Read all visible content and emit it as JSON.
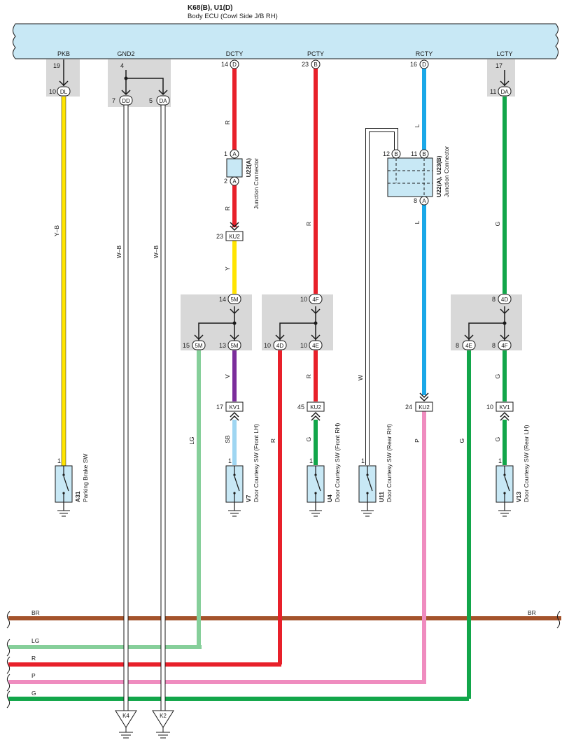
{
  "ecu": {
    "title": "K68(B), U1(D)",
    "subtitle": "Body ECU (Cowl Side J/B RH)",
    "terminals": [
      "PKB",
      "GND2",
      "DCTY",
      "PCTY",
      "RCTY",
      "LCTY"
    ]
  },
  "pins": {
    "pkb_top": "19",
    "pkb_bot": "10",
    "pkb_conn": "DL",
    "gnd_top": "4",
    "gnd_left": "7",
    "gnd_left_conn": "DD",
    "gnd_right": "5",
    "gnd_right_conn": "DA",
    "dcty_top": "14",
    "dcty_top_conn": "D",
    "pcty_top": "23",
    "pcty_top_conn": "B",
    "rcty_top": "16",
    "rcty_top_conn": "D",
    "lcty_top": "17",
    "lcty_bot": "11",
    "lcty_conn": "DA",
    "u22_1": "1",
    "u22_2": "2",
    "u22_conn": "A",
    "ku2_a": "23",
    "ku2_a_conn": "KU2",
    "fl_top": "14",
    "fl_top_conn": "5M",
    "fl_left": "15",
    "fl_left_conn": "5M",
    "fl_right": "13",
    "fl_right_conn": "5M",
    "fr_top": "10",
    "fr_top_conn": "4F",
    "fr_left": "10",
    "fr_left_conn": "4D",
    "fr_right": "10",
    "fr_right_conn": "4E",
    "rl_top": "8",
    "rl_top_conn": "4D",
    "rl_left": "8",
    "rl_left_conn": "4E",
    "rl_right": "8",
    "rl_right_conn": "4F",
    "u23_12": "12",
    "u23_12_conn": "B",
    "u23_11": "11",
    "u23_11_conn": "B",
    "u23_8": "8",
    "u23_8_conn": "A",
    "kv1_a": "17",
    "kv1_a_conn": "KV1",
    "ku2_b": "45",
    "ku2_b_conn": "KU2",
    "ku2_c": "24",
    "ku2_c_conn": "KU2",
    "kv1_b": "10",
    "kv1_b_conn": "KV1",
    "sw_pin": "1"
  },
  "wires": {
    "yb": "Y–B",
    "wb1": "W–B",
    "wb2": "W–B",
    "r1": "R",
    "r2": "R",
    "y": "Y",
    "v": "V",
    "sb": "SB",
    "lg": "LG",
    "r3": "R",
    "r4": "R",
    "r5": "R",
    "g1": "G",
    "w": "W",
    "l1": "L",
    "l2": "L",
    "p": "P",
    "g2": "G",
    "g3": "G",
    "g4": "G",
    "g5": "G"
  },
  "connectors": {
    "u22a_id": "U22(A)",
    "u22a_name": "Junction Connector",
    "u23_id": "U22(A), U23(B)",
    "u23_name": "Junction Connector"
  },
  "components": [
    {
      "id": "A31",
      "name": "Parking Brake SW"
    },
    {
      "id": "V7",
      "name": "Door Courtesy SW (Front LH)"
    },
    {
      "id": "U4",
      "name": "Door Courtesy SW (Front RH)"
    },
    {
      "id": "U11",
      "name": "Door Courtesy SW (Rear RH)"
    },
    {
      "id": "V13",
      "name": "Door Courtesy SW (Rear LH)"
    }
  ],
  "bus": {
    "br_left": "BR",
    "br_right": "BR",
    "lg": "LG",
    "r": "R",
    "p": "P",
    "g": "G"
  },
  "grounds": [
    "K4",
    "K2"
  ],
  "colors": {
    "ecu_fill": "#c8e8f5",
    "red": "#e8202a",
    "yellow": "#ffe400",
    "blue": "#1aa8e8",
    "green": "#12a64a",
    "light_green": "#86cf9a",
    "purple": "#7b2d9b",
    "sky_blue": "#9fd6f2",
    "pink": "#ef8cbf",
    "brown": "#a4532b",
    "white_wire": "#ffffff",
    "gray_box": "#d8d8d8"
  }
}
